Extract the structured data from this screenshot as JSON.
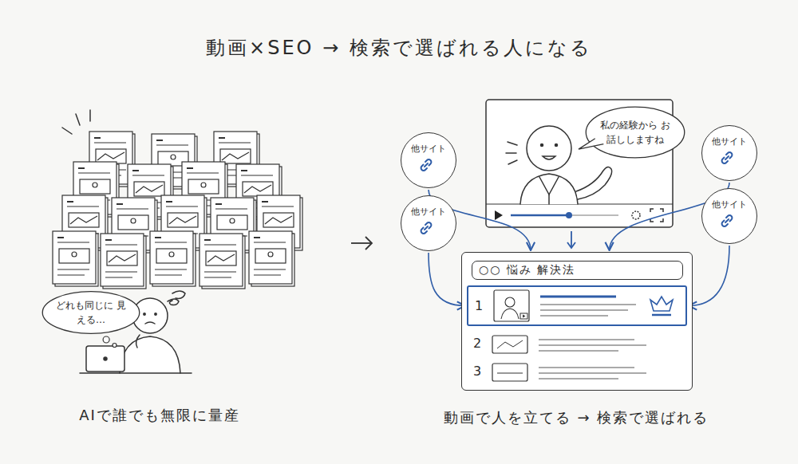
{
  "diagram": {
    "title": "動画×SEO → 検索で選ばれる人になる",
    "nodes": [
      {
        "text": [
          "他サイト"
        ]
      },
      {
        "text": [
          "私の経験から お話ししますね"
        ]
      },
      {
        "text": [
          "他サイト"
        ]
      },
      {
        "text": [
          "他サイト"
        ]
      },
      {
        "text": [
          "他サイト"
        ]
      },
      {
        "text": [
          "どれも同じに 見える…"
        ]
      },
      {
        "text": [
          "○○ 悩み 解決法"
        ]
      },
      {
        "text": [
          "1"
        ],
        "in": 6
      },
      {
        "text": [
          "2"
        ],
        "in": 6
      },
      {
        "text": [
          "3"
        ],
        "in": 6
      }
    ],
    "edges": [
      {
        "from": 0,
        "to": 6,
        "arrow": "to"
      },
      {
        "from": 2,
        "to": 6,
        "arrow": "to"
      },
      {
        "from": 3,
        "to": 7,
        "arrow": "to"
      },
      {
        "from": 4,
        "to": 7,
        "arrow": "to"
      }
    ],
    "labels": [
      "AIで誰でも無限に量産",
      "動画で人を立てる → 検索で選ばれる"
    ]
  }
}
